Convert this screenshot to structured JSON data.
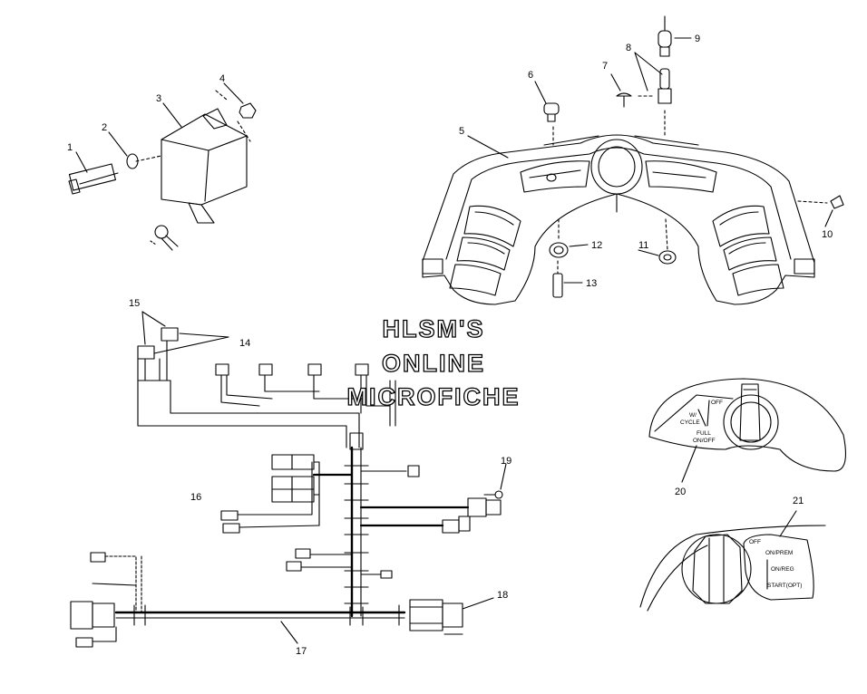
{
  "watermark": {
    "line1": "HLSM'S",
    "line2": "ONLINE",
    "line3": "MICROFICHE"
  },
  "callouts": [
    "1",
    "2",
    "3",
    "4",
    "5",
    "6",
    "7",
    "8",
    "9",
    "10",
    "11",
    "12",
    "13",
    "14",
    "15",
    "16",
    "17",
    "18",
    "19",
    "20",
    "21"
  ],
  "switch_20": {
    "off": "OFF",
    "tilt1": "W/",
    "tilt2": "CYCLE",
    "fuel": "FULL",
    "fuel2": "ON/OFF"
  },
  "switch_21": {
    "off": "OFF",
    "on_prem": "ON/PREM",
    "on_reg": "ON/REG",
    "start": "START(OPT)"
  }
}
